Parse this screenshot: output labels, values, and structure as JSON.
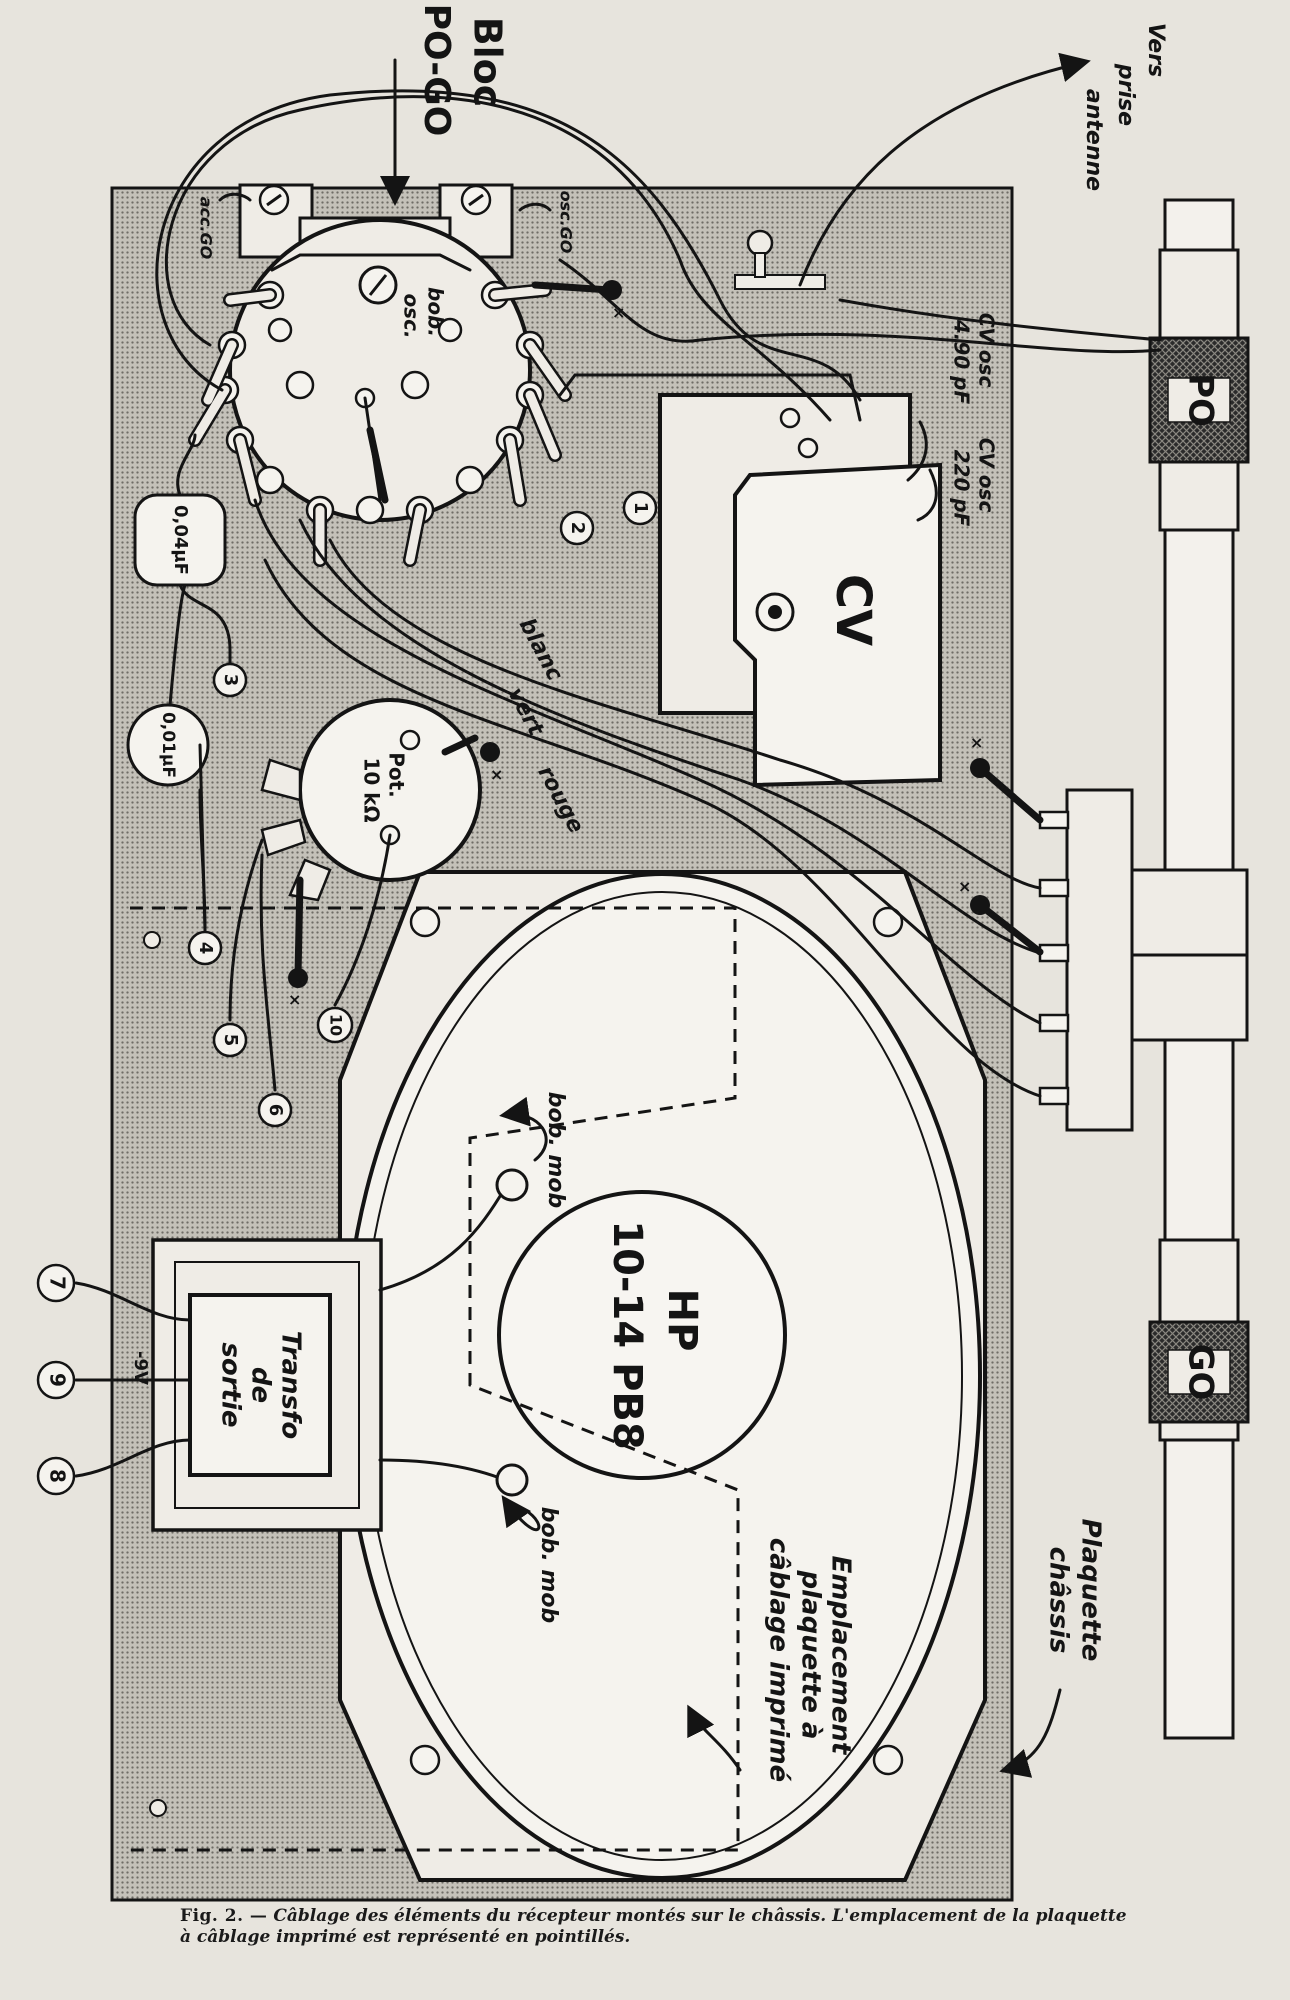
{
  "labels": {
    "bloc": "Bloc",
    "bloc_sub": "PO-GO",
    "vers_1": "Vers",
    "vers_2": "prise",
    "vers_3": "antenne",
    "acc_go": "acc.GO",
    "osc_go": "osc.GO",
    "bob_1": "bob.",
    "bob_2": "osc.",
    "cv_osc_490_1": "CV osc",
    "cv_osc_490_2": "4.90 pF",
    "cv_osc_220_1": "CV osc",
    "cv_osc_220_2": "220 pF",
    "cv": "CV",
    "po": "PO",
    "go": "GO",
    "cap_004": "0,04μF",
    "cap_001": "0,01μF",
    "pot_1": "Pot.",
    "pot_2": "10 kΩ",
    "wire_blanc": "blanc",
    "wire_vert": "vert",
    "wire_rouge": "rouge",
    "hp_1": "HP",
    "hp_2": "10-14 PB8",
    "bob_mob_top": "bob. mob",
    "bob_mob_bottom": "bob. mob",
    "transfo_1": "Transfo",
    "transfo_2": "de",
    "transfo_3": "sortie",
    "minus_9v": "-9V",
    "emplacement_1": "Emplacement",
    "emplacement_2": "plaquette à",
    "emplacement_3": "câblage imprimé",
    "plaquette_1": "Plaquette",
    "plaquette_2": "châssis",
    "ground_mark": "×"
  },
  "terminals": [
    "1",
    "2",
    "3",
    "4",
    "5",
    "6",
    "7",
    "8",
    "9",
    "10"
  ],
  "caption": {
    "fig": "Fig. 2. —",
    "text": "Câblage des éléments du récepteur montés sur le châssis. L'emplacement de la plaquette à câblage imprimé est représenté en pointillés."
  },
  "colors": {
    "paper": "#e7e4dd",
    "chassis": "#b9b6ae",
    "ink": "#141414"
  }
}
